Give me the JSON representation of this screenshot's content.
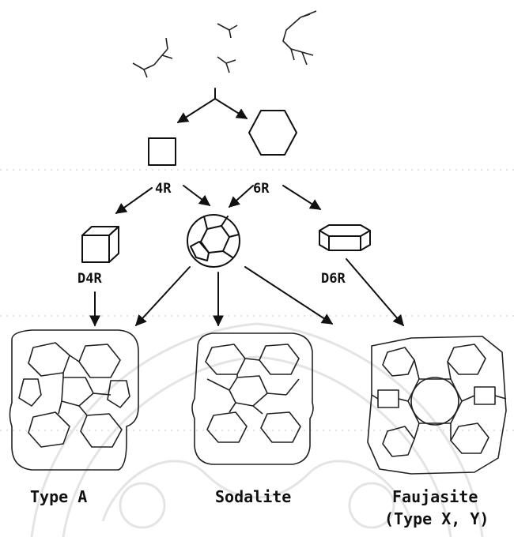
{
  "labels": {
    "ring4": "4R",
    "ring6": "6R",
    "d4r": "D4R",
    "d6r": "D6R",
    "type_a": "Type A",
    "sodalite": "Sodalite",
    "faujasite_line1": "Faujasite",
    "faujasite_line2": "(Type X, Y)"
  }
}
